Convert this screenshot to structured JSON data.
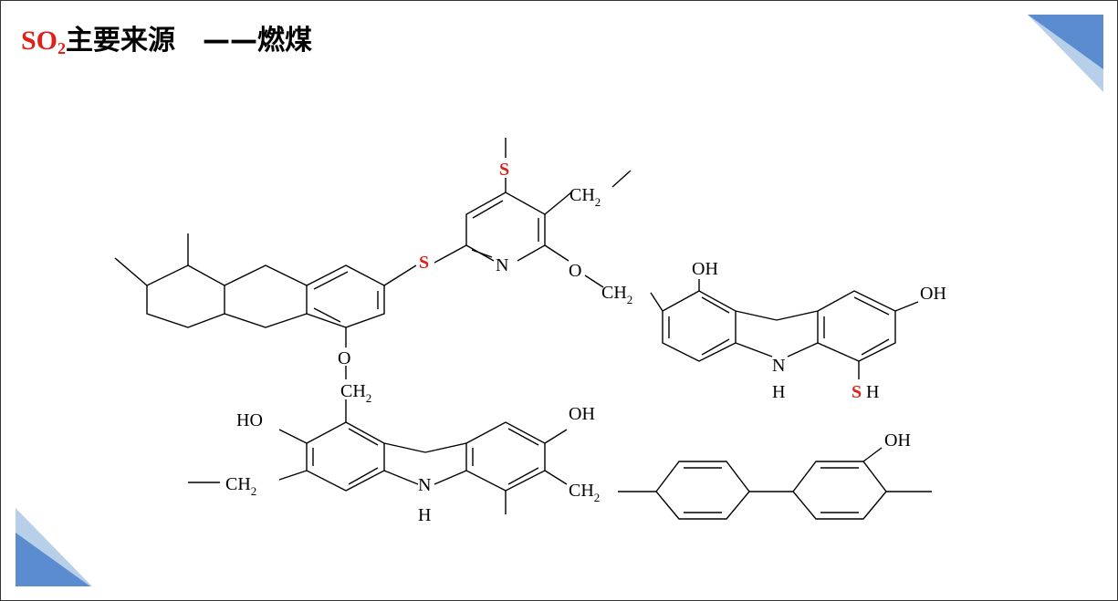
{
  "slide": {
    "title_formula": "SO",
    "title_subscript": "2",
    "title_main": "主要来源",
    "title_dash": "——燃煤"
  },
  "labels": {
    "s_methylthio": "S",
    "s_bridge": "S",
    "n_pyridine": "N",
    "ch2_ethyl": "CH",
    "ch2_ethyl_sub": "2",
    "o_ether_right": "O",
    "ch2_right": "CH",
    "ch2_right_sub": "2",
    "oh_right1": "OH",
    "oh_right2": "OH",
    "n_right": "N",
    "h_right": "H",
    "sh_s": "S",
    "sh_h": "H",
    "o_ether_left": "O",
    "ch2_left": "CH",
    "ch2_left_sub": "2",
    "ho_lower": "HO",
    "oh_lower": "OH",
    "ch2_ethyl_lower": "CH",
    "ch2_ethyl_lower_sub": "2",
    "n_lower": "N",
    "h_lower": "H",
    "ch2_benzyl": "CH",
    "ch2_benzyl_sub": "2",
    "oh_biphenyl": "OH"
  },
  "colors": {
    "sulfur": "#e0201b",
    "corner_dark": "#5b8ccf",
    "corner_light": "#b8cfe9"
  }
}
